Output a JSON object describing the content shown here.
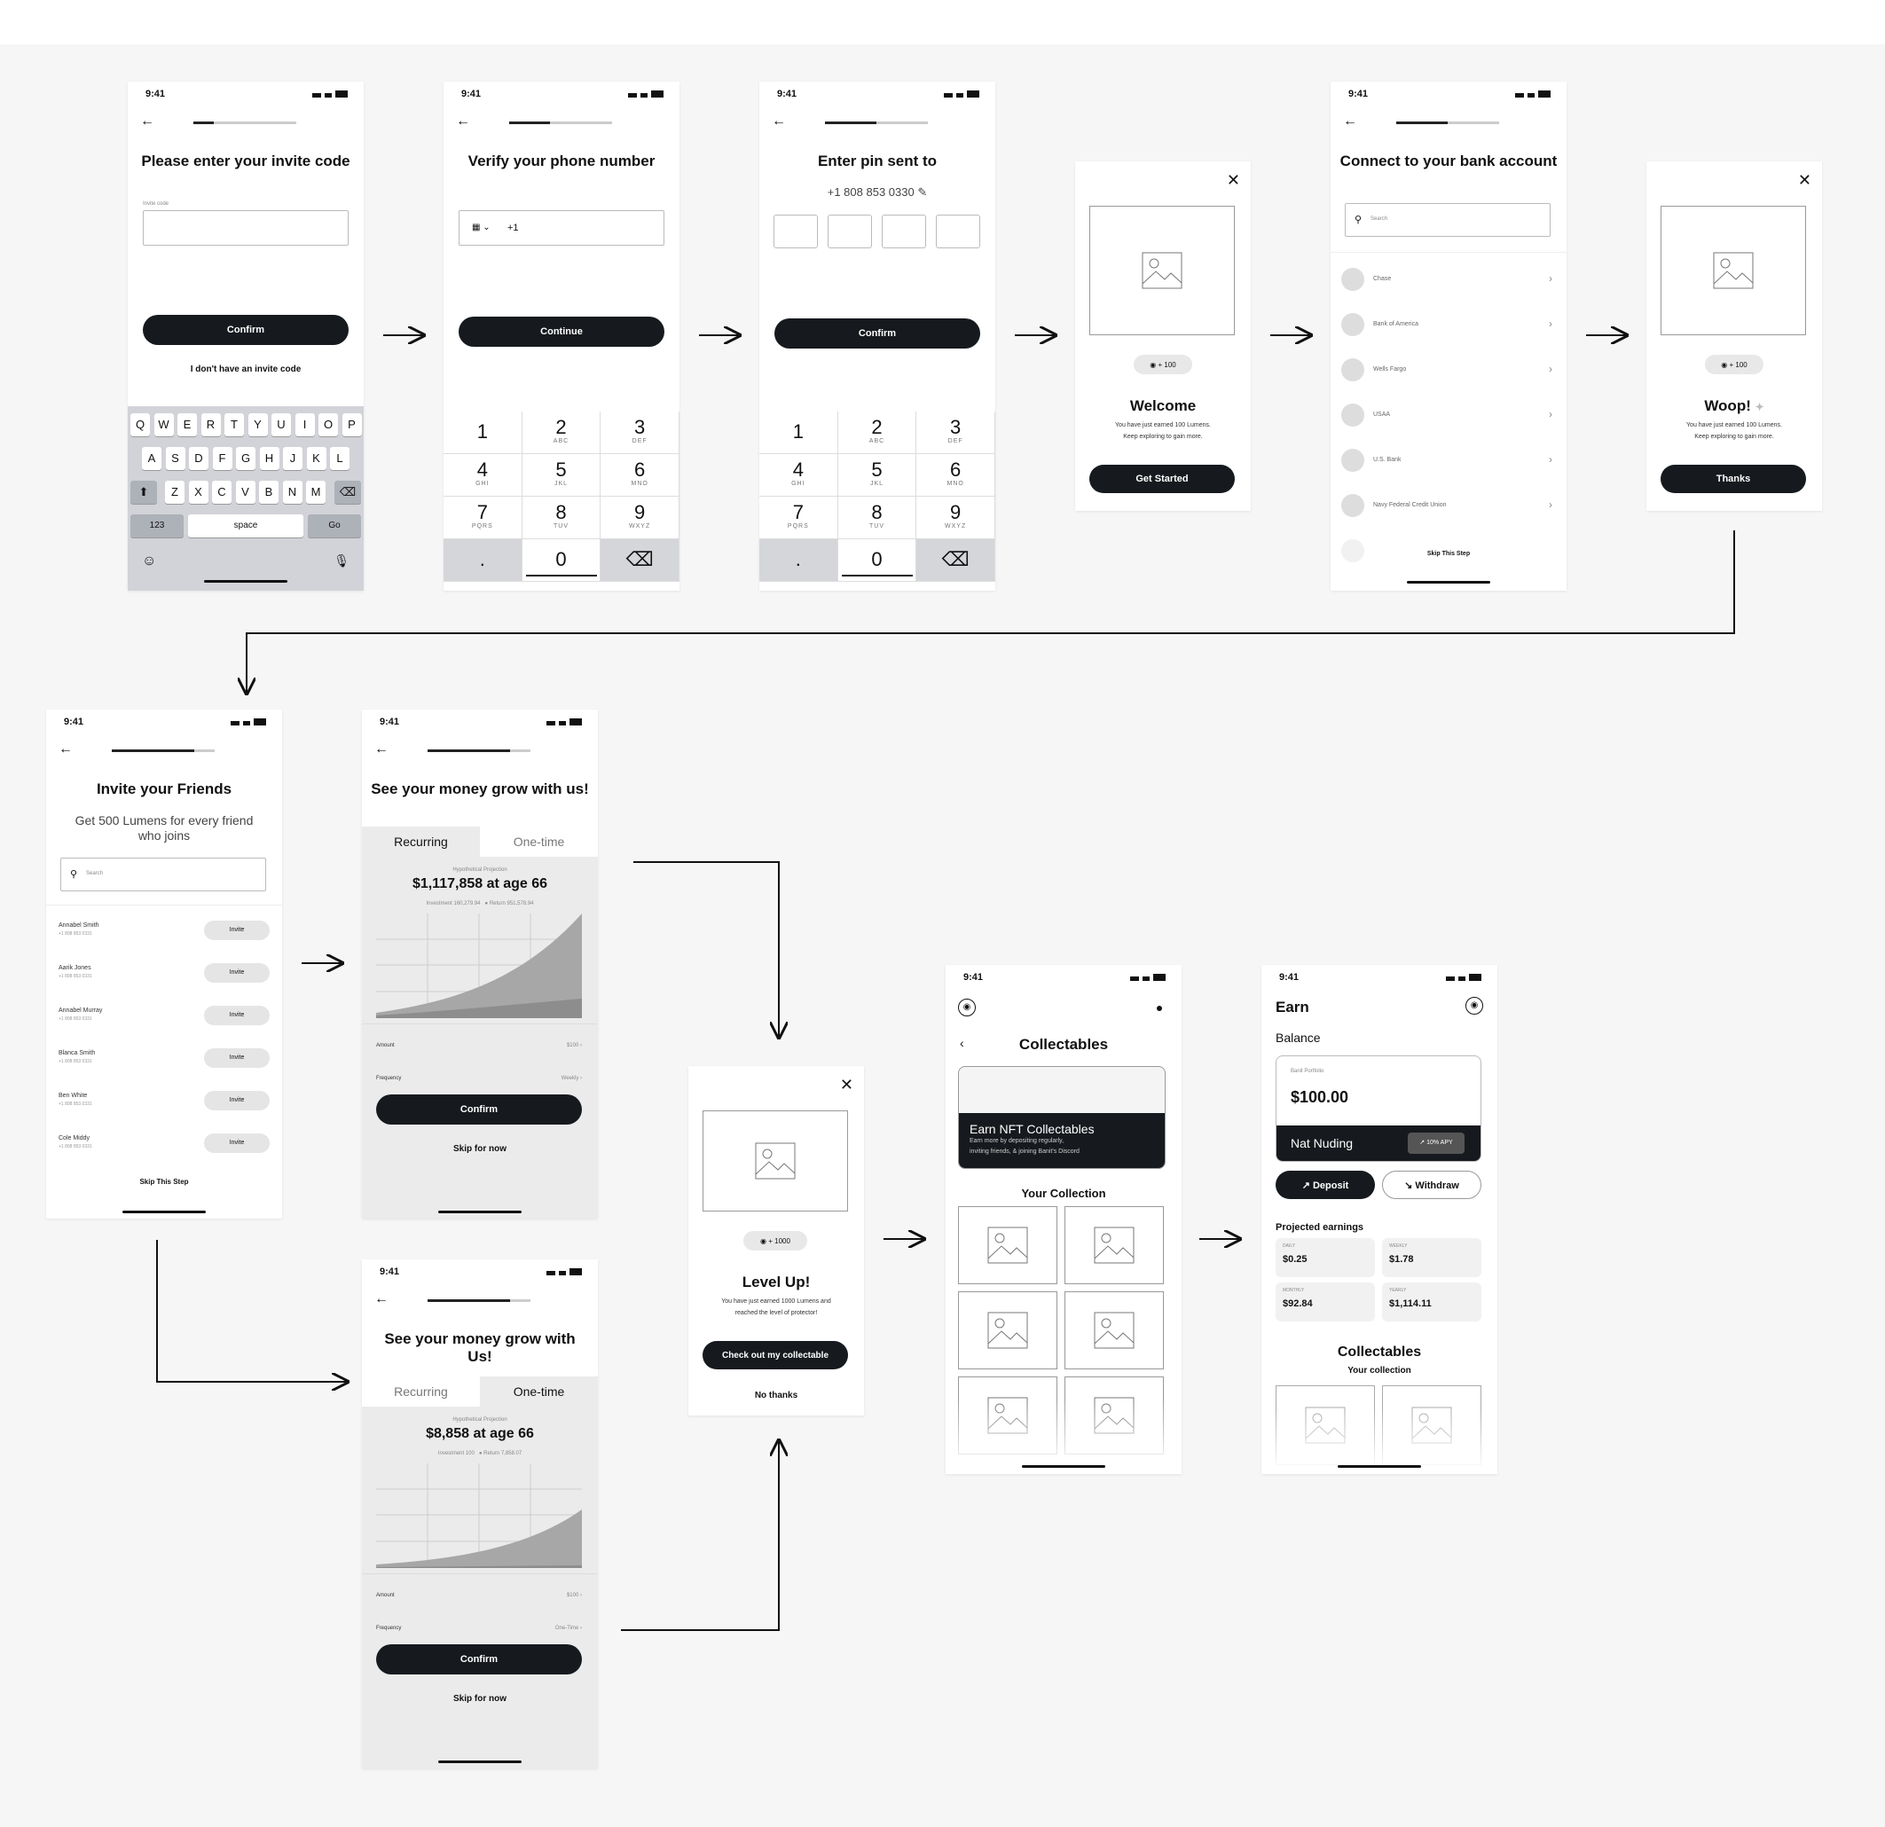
{
  "status_time": "9:41",
  "invite": {
    "title": "Please enter your invite code",
    "field_label": "Invite code",
    "confirm": "Confirm",
    "no_code": "I don't have an invite code",
    "kb_row1": [
      "Q",
      "W",
      "E",
      "R",
      "T",
      "Y",
      "U",
      "I",
      "O",
      "P"
    ],
    "kb_row2": [
      "A",
      "S",
      "D",
      "F",
      "G",
      "H",
      "J",
      "K",
      "L"
    ],
    "kb_row3": [
      "Z",
      "X",
      "C",
      "V",
      "B",
      "N",
      "M"
    ],
    "kb_123": "123",
    "kb_space": "space",
    "kb_go": "Go"
  },
  "numpad": [
    [
      "1",
      ""
    ],
    [
      "2",
      "ABC"
    ],
    [
      "3",
      "DEF"
    ],
    [
      "4",
      "GHI"
    ],
    [
      "5",
      "JKL"
    ],
    [
      "6",
      "MNO"
    ],
    [
      "7",
      "PQRS"
    ],
    [
      "8",
      "TUV"
    ],
    [
      "9",
      "WXYZ"
    ],
    [
      ".",
      ""
    ],
    [
      "0",
      ""
    ],
    [
      "⌫",
      ""
    ]
  ],
  "phone": {
    "title": "Verify your phone number",
    "code": "+1",
    "continue": "Continue"
  },
  "pin": {
    "title": "Enter pin sent to",
    "number": "+1 808 853 0330",
    "confirm": "Confirm"
  },
  "welcome": {
    "badge": "+ 100",
    "title": "Welcome",
    "text1": "You have just earned 100 Lumens.",
    "text2": "Keep exploring to gain more.",
    "button": "Get Started"
  },
  "bank": {
    "title": "Connect to your bank account",
    "search": "Search",
    "banks": [
      "Chase",
      "Bank of America",
      "Wells Fargo",
      "USAA",
      "U.S. Bank",
      "Navy Federal Credit Union"
    ],
    "skip": "Skip This Step"
  },
  "woop": {
    "badge": "+ 100",
    "title": "Woop!",
    "text1": "You have just earned 100 Lumens.",
    "text2": "Keep exploring to gain more.",
    "button": "Thanks"
  },
  "friends": {
    "title": "Invite your Friends",
    "subtitle": "Get 500 Lumens for every friend who joins",
    "search": "Search",
    "invite": "Invite",
    "skip": "Skip This Step",
    "list": [
      {
        "name": "Annabel Smith",
        "phone": "+1 808 853 0331"
      },
      {
        "name": "Aarik Jones",
        "phone": "+1 808 853 0331"
      },
      {
        "name": "Annabel Murray",
        "phone": "+1 808 853 0331"
      },
      {
        "name": "Blanca Smith",
        "phone": "+1 808 853 0331"
      },
      {
        "name": "Ben White",
        "phone": "+1 808 853 0331"
      },
      {
        "name": "Cole Middy",
        "phone": "+1 808 853 0331"
      }
    ]
  },
  "recurring": {
    "title": "See your money grow with us!",
    "tab1": "Recurring",
    "tab2": "One-time",
    "proj_label": "Hypothetical Projection",
    "projection": "$1,117,858 at age 66",
    "legend1": "Investment 160,279.94",
    "legend2": "Return 951,578.94",
    "amount_label": "Amount",
    "amount": "$100",
    "freq_label": "Frequency",
    "freq": "Weekly",
    "confirm": "Confirm",
    "skip": "Skip for now"
  },
  "onetime": {
    "title": "See your money grow with Us!",
    "tab1": "Recurring",
    "tab2": "One-time",
    "proj_label": "Hypothetical Projection",
    "projection": "$8,858 at age 66",
    "legend1": "Investment 100",
    "legend2": "Return 7,858.07",
    "amount_label": "Amount",
    "amount": "$100",
    "freq_label": "Frequency",
    "freq": "One-Time",
    "confirm": "Confirm",
    "skip": "Skip for now"
  },
  "levelup": {
    "badge": "+ 1000",
    "title": "Level Up!",
    "text1": "You have just earned 1000 Lumens and",
    "text2": "reached the level of protector!",
    "button": "Check out my collectable",
    "no": "No thanks"
  },
  "collect": {
    "title": "Collectables",
    "banner_title": "Earn NFT Collectables",
    "banner_text1": "Earn more by depositing regularly,",
    "banner_text2": "inviting friends, & joining Banit's Discord",
    "your": "Your Collection"
  },
  "earn": {
    "title": "Earn",
    "balance_label": "Balance",
    "portfolio_label": "Banit Portfolio",
    "amount": "$100.00",
    "user": "Nat Nuding",
    "apy": "↗ 10% APY",
    "deposit": "↗ Deposit",
    "withdraw": "↘ Withdraw",
    "projected": "Projected earnings",
    "tiles": [
      {
        "label": "DAILY",
        "value": "$0.25"
      },
      {
        "label": "WEEKLY",
        "value": "$1.78"
      },
      {
        "label": "MONTHLY",
        "value": "$92.84"
      },
      {
        "label": "YEARLY",
        "value": "$1,114.11"
      }
    ],
    "collect_title": "Collectables",
    "collect_sub": "Your collection"
  },
  "colors": {
    "accent": "#161a1e",
    "background": "#f6f6f6",
    "panel": "#ebebeb"
  }
}
